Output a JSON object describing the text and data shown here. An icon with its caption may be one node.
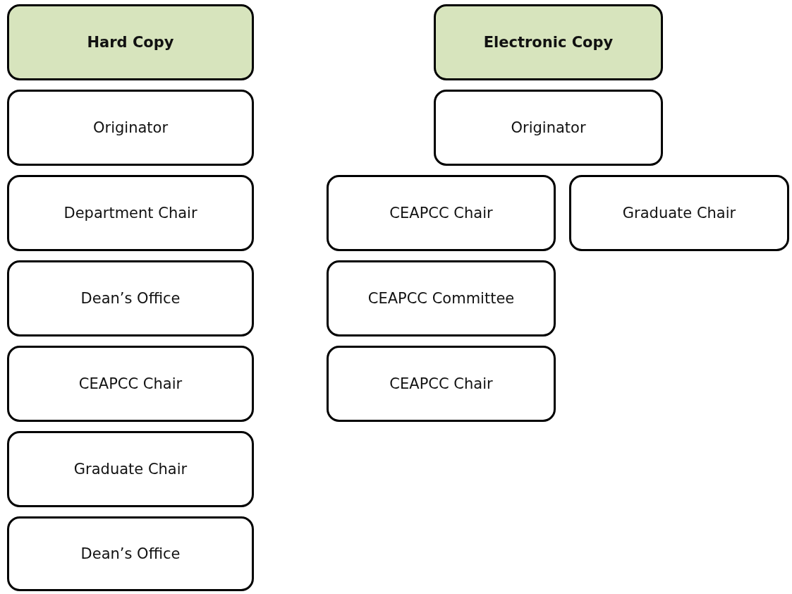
{
  "diagram": {
    "nodes": [
      {
        "text": [
          "Hard Copy"
        ]
      },
      {
        "text": [
          "Originator"
        ]
      },
      {
        "text": [
          "Department Chair"
        ]
      },
      {
        "text": [
          "Dean’s Office"
        ]
      },
      {
        "text": [
          "CEAPCC Chair"
        ]
      },
      {
        "text": [
          "Graduate Chair"
        ]
      },
      {
        "text": [
          "Dean’s Office"
        ]
      },
      {
        "text": [
          "Electronic Copy"
        ]
      },
      {
        "text": [
          "Originator"
        ]
      },
      {
        "text": [
          "CEAPCC Chair"
        ]
      },
      {
        "text": [
          "Graduate Chair"
        ]
      },
      {
        "text": [
          "CEAPCC Committee"
        ]
      },
      {
        "text": [
          "CEAPCC Chair"
        ]
      }
    ]
  }
}
